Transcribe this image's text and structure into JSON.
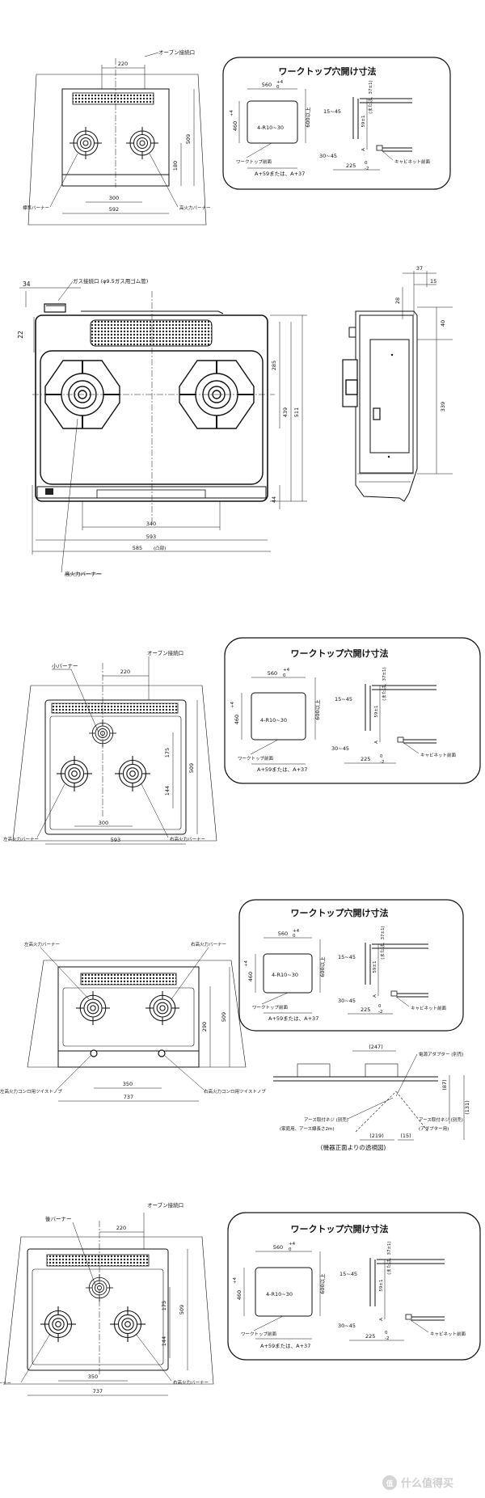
{
  "panel_title": "ワークトップ穴開け寸法",
  "common": {
    "oven_port": "オーブン接続口",
    "worktop_front": "ワークトップ前面",
    "cabinet_front": "キャビネット前面",
    "corner": "4-R10~30",
    "w560": "560",
    "w560_tol_top": "+4",
    "w560_tol_bot": "0",
    "h460": "460",
    "h460_tol_top": "+4",
    "h460_tol_bot": "0",
    "over600": "600以上",
    "a_value": "A+59または、A+37",
    "r15_45": "15~45",
    "r30_45": "30~45",
    "v59": "59±1",
    "v59_note": "(または、37±1)",
    "letter_a": "A",
    "v225": "225",
    "v225_tol_top": "0",
    "v225_tol_bot": "-2"
  },
  "fig1": {
    "d220": "220",
    "d509": "509",
    "d180": "180",
    "d300": "300",
    "d592": "592",
    "std_burner": "標準バーナー",
    "high_burner": "高火力バーナー"
  },
  "fig2": {
    "gas_port": "ガス接続口 (φ9.5ガス用ゴム管)",
    "d34": "34",
    "d22": "22",
    "d285": "285",
    "d439": "439",
    "d511": "511",
    "d44": "44",
    "d340": "340",
    "d593": "593",
    "d585": "585",
    "d585_note": "(凸部)",
    "high_burner": "高火力バーナー",
    "d37": "37",
    "d15": "15",
    "d28": "28",
    "d40": "40",
    "d339": "339"
  },
  "fig3": {
    "small_burner": "小バーナー",
    "d220": "220",
    "d509": "509",
    "d175": "175",
    "d144": "144",
    "d300": "300",
    "d593": "593",
    "left_high": "左高火力バーナー",
    "right_high": "右高火力バーナー"
  },
  "fig4": {
    "left_high": "左高火力バーナー",
    "right_high": "右高火力バーナー",
    "d509": "509",
    "d290": "290",
    "d350": "350",
    "d737": "737",
    "left_knob": "左高火力コンロ用ツイストノブ",
    "right_knob": "右高火力コンロ用ツイストノブ",
    "d247": "(247)",
    "d87": "(87)",
    "d131": "(131)",
    "d219": "(219)",
    "d15": "(15)",
    "adapter": "電源アダプター (別売)",
    "earth_screw": "アース取付ネジ (別売)",
    "earth_note": "(家庭用、アース線長さ2m)",
    "earth_screw2": "アース取付ネジ (別売)",
    "adapter_note": "(アダプター用)",
    "caption": "(機器正面よりの透視図)"
  },
  "fig5": {
    "rear_burner": "後バーナー",
    "d220": "220",
    "d509": "509",
    "d175": "175",
    "d144": "144",
    "d350": "350",
    "d737": "737",
    "left_high": "左高火力バーナー",
    "right_high": "右高火力バーナー"
  },
  "watermark": "什么值得买"
}
